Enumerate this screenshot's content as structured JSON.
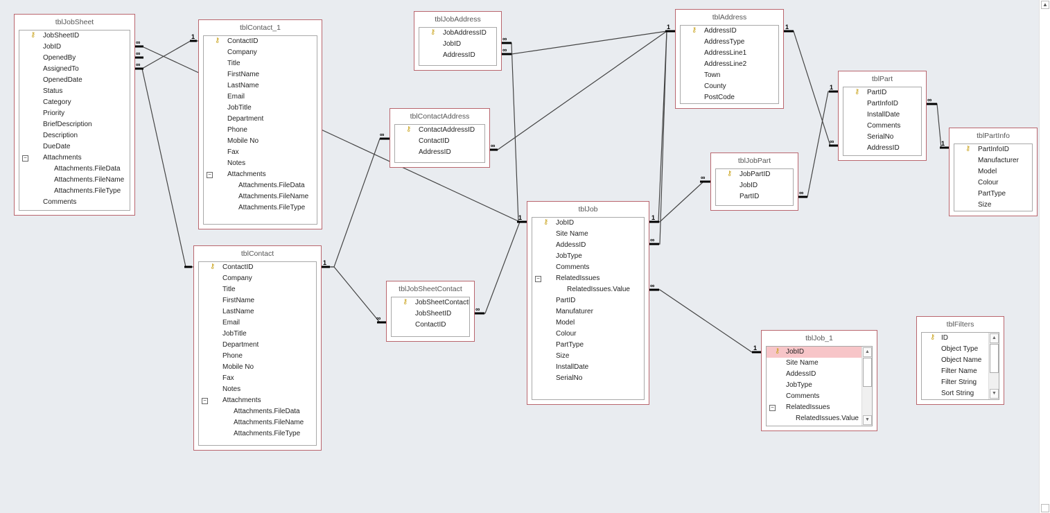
{
  "diagram": {
    "one_label": "1",
    "many_label": "∞",
    "tables": [
      {
        "id": "tblJobSheet",
        "title": "tblJobSheet",
        "fields": [
          {
            "name": "JobSheetID",
            "key": true
          },
          {
            "name": "JobID"
          },
          {
            "name": "OpenedBy"
          },
          {
            "name": "AssignedTo"
          },
          {
            "name": "OpenedDate"
          },
          {
            "name": "Status"
          },
          {
            "name": "Category"
          },
          {
            "name": "Priority"
          },
          {
            "name": "BriefDescription"
          },
          {
            "name": "Description"
          },
          {
            "name": "DueDate"
          },
          {
            "name": "Attachments",
            "expander": "−"
          },
          {
            "name": "Attachments.FileData",
            "sub": true
          },
          {
            "name": "Attachments.FileName",
            "sub": true
          },
          {
            "name": "Attachments.FileType",
            "sub": true
          },
          {
            "name": "Comments"
          }
        ]
      },
      {
        "id": "tblContact_1",
        "title": "tblContact_1",
        "fields": [
          {
            "name": "ContactID",
            "key": true
          },
          {
            "name": "Company"
          },
          {
            "name": "Title"
          },
          {
            "name": "FirstName"
          },
          {
            "name": "LastName"
          },
          {
            "name": "Email"
          },
          {
            "name": "JobTitle"
          },
          {
            "name": "Department"
          },
          {
            "name": "Phone"
          },
          {
            "name": "Mobile No"
          },
          {
            "name": "Fax"
          },
          {
            "name": "Notes"
          },
          {
            "name": "Attachments",
            "expander": "−"
          },
          {
            "name": "Attachments.FileData",
            "sub": true
          },
          {
            "name": "Attachments.FileName",
            "sub": true
          },
          {
            "name": "Attachments.FileType",
            "sub": true
          }
        ]
      },
      {
        "id": "tblJobAddress",
        "title": "tblJobAddress",
        "fields": [
          {
            "name": "JobAddressID",
            "key": true
          },
          {
            "name": "JobID"
          },
          {
            "name": "AddressID"
          }
        ]
      },
      {
        "id": "tblContactAddress",
        "title": "tblContactAddress",
        "fields": [
          {
            "name": "ContactAddressID",
            "key": true
          },
          {
            "name": "ContactID"
          },
          {
            "name": "AddressID"
          }
        ]
      },
      {
        "id": "tblAddress",
        "title": "tblAddress",
        "fields": [
          {
            "name": "AddressID",
            "key": true
          },
          {
            "name": "AddressType"
          },
          {
            "name": "AddressLine1"
          },
          {
            "name": "AddressLine2"
          },
          {
            "name": "Town"
          },
          {
            "name": "County"
          },
          {
            "name": "PostCode"
          }
        ]
      },
      {
        "id": "tblPart",
        "title": "tblPart",
        "fields": [
          {
            "name": "PartID",
            "key": true
          },
          {
            "name": "PartInfoID"
          },
          {
            "name": "InstallDate"
          },
          {
            "name": "Comments"
          },
          {
            "name": "SerialNo"
          },
          {
            "name": "AddressID"
          }
        ]
      },
      {
        "id": "tblPartInfo",
        "title": "tblPartInfo",
        "fields": [
          {
            "name": "PartInfoID",
            "key": true
          },
          {
            "name": "Manufacturer"
          },
          {
            "name": "Model"
          },
          {
            "name": "Colour"
          },
          {
            "name": "PartType"
          },
          {
            "name": "Size"
          }
        ]
      },
      {
        "id": "tblJobPart",
        "title": "tblJobPart",
        "fields": [
          {
            "name": "JobPartID",
            "key": true
          },
          {
            "name": "JobID"
          },
          {
            "name": "PartID"
          }
        ]
      },
      {
        "id": "tblJob",
        "title": "tblJob",
        "fields": [
          {
            "name": "JobID",
            "key": true
          },
          {
            "name": "Site Name"
          },
          {
            "name": "AddessID"
          },
          {
            "name": "JobType"
          },
          {
            "name": "Comments"
          },
          {
            "name": "RelatedIssues",
            "expander": "−"
          },
          {
            "name": "RelatedIssues.Value",
            "sub": true
          },
          {
            "name": "PartID"
          },
          {
            "name": "Manufaturer"
          },
          {
            "name": "Model"
          },
          {
            "name": "Colour"
          },
          {
            "name": "PartType"
          },
          {
            "name": "Size"
          },
          {
            "name": "InstallDate"
          },
          {
            "name": "SerialNo"
          }
        ]
      },
      {
        "id": "tblContact",
        "title": "tblContact",
        "fields": [
          {
            "name": "ContactID",
            "key": true
          },
          {
            "name": "Company"
          },
          {
            "name": "Title"
          },
          {
            "name": "FirstName"
          },
          {
            "name": "LastName"
          },
          {
            "name": "Email"
          },
          {
            "name": "JobTitle"
          },
          {
            "name": "Department"
          },
          {
            "name": "Phone"
          },
          {
            "name": "Mobile No"
          },
          {
            "name": "Fax"
          },
          {
            "name": "Notes"
          },
          {
            "name": "Attachments",
            "expander": "−"
          },
          {
            "name": "Attachments.FileData",
            "sub": true
          },
          {
            "name": "Attachments.FileName",
            "sub": true
          },
          {
            "name": "Attachments.FileType",
            "sub": true
          }
        ]
      },
      {
        "id": "tblJobSheetContact",
        "title": "tblJobSheetContact",
        "fields": [
          {
            "name": "JobSheetContactID",
            "key": true
          },
          {
            "name": "JobSheetID"
          },
          {
            "name": "ContactID"
          }
        ]
      },
      {
        "id": "tblJob_1",
        "title": "tblJob_1",
        "scroll": true,
        "fields": [
          {
            "name": "JobID",
            "key": true,
            "selected": true
          },
          {
            "name": "Site Name"
          },
          {
            "name": "AddessID"
          },
          {
            "name": "JobType"
          },
          {
            "name": "Comments"
          },
          {
            "name": "RelatedIssues",
            "expander": "−"
          },
          {
            "name": "RelatedIssues.Value",
            "sub": true
          }
        ]
      },
      {
        "id": "tblFilters",
        "title": "tblFilters",
        "scroll": true,
        "fields": [
          {
            "name": "ID",
            "key": true
          },
          {
            "name": "Object Type"
          },
          {
            "name": "Object Name"
          },
          {
            "name": "Filter Name"
          },
          {
            "name": "Filter String"
          },
          {
            "name": "Sort String"
          }
        ]
      }
    ]
  }
}
